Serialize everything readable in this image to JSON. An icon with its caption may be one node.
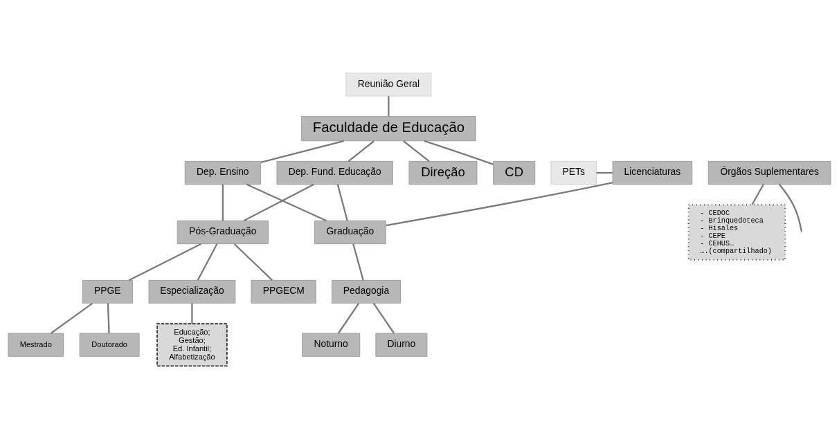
{
  "diagram": {
    "nodes": [
      {
        "text": [
          "Faculdade de Educação"
        ]
      },
      {
        "text": [
          "Reunião Geral"
        ]
      },
      {
        "text": [
          "Direção"
        ]
      },
      {
        "text": [
          "CD"
        ]
      },
      {
        "text": [
          "Dep. Ensino"
        ]
      },
      {
        "text": [
          "Dep. Fund. Educação"
        ]
      },
      {
        "text": [
          "Órgãos Suplementares"
        ]
      },
      {
        "text": [
          "- CEDOC",
          "- Brinquedoteca",
          "- Hisales",
          "- CEPE",
          "- CEHUS…",
          "….(compartilhado)"
        ]
      },
      {
        "text": [
          "Graduação"
        ]
      },
      {
        "text": [
          "Pós-Graduação"
        ]
      },
      {
        "text": [
          "PETs"
        ]
      },
      {
        "text": [
          "Licenciaturas"
        ]
      },
      {
        "text": [
          "Pedagogia"
        ]
      },
      {
        "text": [
          "Especialização"
        ]
      },
      {
        "text": [
          "PPGECM"
        ]
      },
      {
        "text": [
          "PPGE"
        ]
      },
      {
        "text": [
          "Diurno"
        ]
      },
      {
        "text": [
          "Noturno"
        ]
      },
      {
        "text": [
          "Educação;",
          "Gestão;",
          "Ed. Infantil;",
          "Alfabetização"
        ]
      },
      {
        "text": [
          "Mestrado"
        ]
      },
      {
        "text": [
          "Doutorado"
        ]
      }
    ],
    "edges": [
      {
        "from": 1,
        "to": 0,
        "arrow": "none"
      },
      {
        "from": 0,
        "to": 2,
        "arrow": "none"
      },
      {
        "from": 0,
        "to": 3,
        "arrow": "none"
      },
      {
        "from": 0,
        "to": 4,
        "arrow": "none"
      },
      {
        "from": 0,
        "to": 5,
        "arrow": "none"
      },
      {
        "from": 4,
        "to": 8,
        "arrow": "none"
      },
      {
        "from": 4,
        "to": 9,
        "arrow": "none"
      },
      {
        "from": 5,
        "to": 8,
        "arrow": "none"
      },
      {
        "from": 5,
        "to": 9,
        "arrow": "none"
      },
      {
        "from": 6,
        "to": null,
        "arrow": "none"
      },
      {
        "from": 6,
        "to": 7,
        "arrow": "none"
      },
      {
        "from": 8,
        "to": 12,
        "arrow": "none"
      },
      {
        "from": 10,
        "to": 11,
        "arrow": "none"
      },
      {
        "from": 11,
        "to": 8,
        "arrow": "none"
      },
      {
        "from": 12,
        "to": 16,
        "arrow": "none"
      },
      {
        "from": 12,
        "to": 17,
        "arrow": "none"
      },
      {
        "from": 9,
        "to": 13,
        "arrow": "none"
      },
      {
        "from": 9,
        "to": 14,
        "arrow": "none"
      },
      {
        "from": 9,
        "to": 15,
        "arrow": "none"
      },
      {
        "from": 13,
        "to": 18,
        "arrow": "none"
      },
      {
        "from": 15,
        "to": 19,
        "arrow": "none"
      },
      {
        "from": 15,
        "to": 20,
        "arrow": "none"
      }
    ]
  }
}
